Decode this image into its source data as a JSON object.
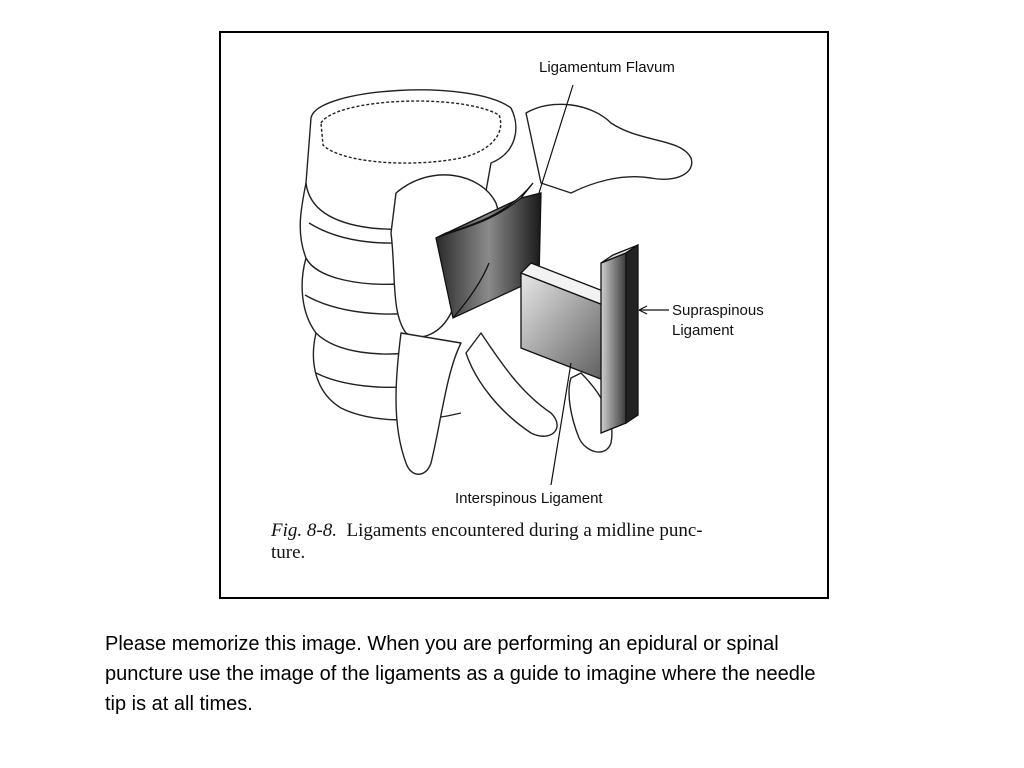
{
  "figure": {
    "labels": {
      "ligamentum_flavum": "Ligamentum Flavum",
      "supraspinous_line1": "Supraspinous",
      "supraspinous_line2": "Ligament",
      "interspinous": "Interspinous Ligament"
    },
    "caption": {
      "fig_ref": "Fig. 8-8.",
      "line1": "Ligaments encountered during a midline punc-",
      "line2": "ture."
    }
  },
  "instructions": {
    "line1": "Please memorize this image.  When you are performing an epidural or spinal",
    "line2": "puncture use the image of the ligaments as a guide to imagine where the needle",
    "line3": "tip is at all times."
  }
}
